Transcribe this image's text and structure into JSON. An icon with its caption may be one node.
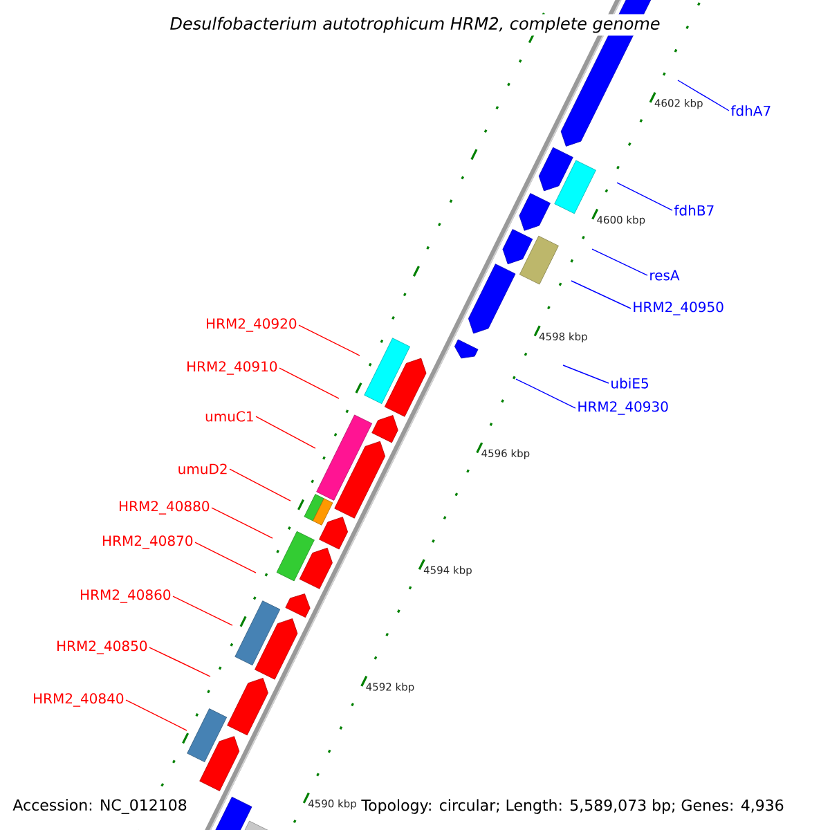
{
  "diagram": {
    "title": "Desulfobacterium autotrophicum HRM2, complete genome",
    "nodes": [
      {
        "text": [
          "fdhA7"
        ]
      },
      {
        "text": [
          "fdhB7"
        ]
      },
      {
        "text": [
          "resA"
        ]
      },
      {
        "text": [
          "HRM2_40950"
        ]
      },
      {
        "text": [
          "HRM2_40920"
        ]
      },
      {
        "text": [
          "ubiE5"
        ]
      },
      {
        "text": [
          "HRM2_40910"
        ]
      },
      {
        "text": [
          "HRM2_40930"
        ]
      },
      {
        "text": [
          "umuC1"
        ]
      },
      {
        "text": [
          "umuD2"
        ]
      },
      {
        "text": [
          "HRM2_40880"
        ]
      },
      {
        "text": [
          "HRM2_40870"
        ]
      },
      {
        "text": [
          "HRM2_40860"
        ]
      },
      {
        "text": [
          "HRM2_40850"
        ]
      },
      {
        "text": [
          "HRM2_40840"
        ]
      }
    ],
    "edges": [
      {
        "from": 0,
        "to": null,
        "arrow": "none",
        "color": "#0000ff"
      },
      {
        "from": 1,
        "to": null,
        "arrow": "none",
        "color": "#0000ff"
      },
      {
        "from": 2,
        "to": null,
        "arrow": "none",
        "color": "#0000ff"
      },
      {
        "from": 3,
        "to": null,
        "arrow": "none",
        "color": "#0000ff"
      },
      {
        "from": 4,
        "to": null,
        "arrow": "none"
      },
      {
        "from": 5,
        "to": null,
        "arrow": "none",
        "color": "#0000ff"
      },
      {
        "from": 6,
        "to": null,
        "arrow": "none"
      },
      {
        "from": 7,
        "to": null,
        "arrow": "none",
        "color": "#0000ff"
      },
      {
        "from": 8,
        "to": null,
        "arrow": "none"
      },
      {
        "from": 9,
        "to": null,
        "arrow": "none"
      },
      {
        "from": 10,
        "to": null,
        "arrow": "none"
      },
      {
        "from": 11,
        "to": null,
        "arrow": "none"
      },
      {
        "from": 12,
        "to": null,
        "arrow": "none"
      },
      {
        "from": 13,
        "to": null,
        "arrow": "none"
      },
      {
        "from": 14,
        "to": null,
        "arrow": "none"
      }
    ],
    "labels": [
      "4602 kbp",
      "4600 kbp",
      "4598 kbp",
      "4596 kbp",
      "4594 kbp",
      "4592 kbp",
      "4590 kbp",
      "Accession: NC_012108",
      "Topology: circular; Length: 5,589,073 bp; Genes: 4,936"
    ]
  }
}
